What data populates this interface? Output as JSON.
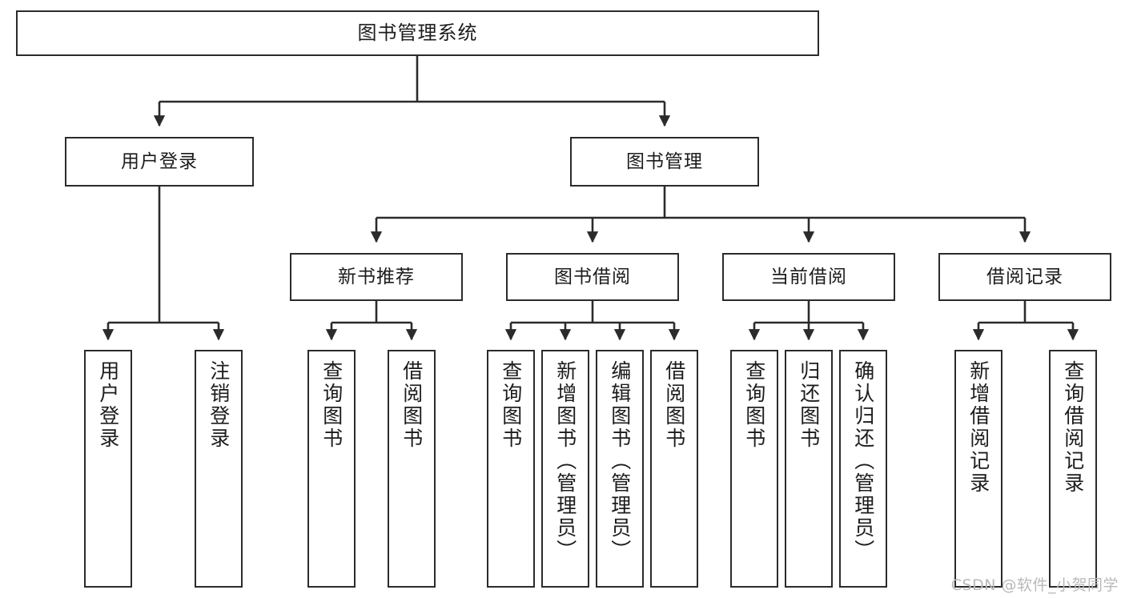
{
  "diagram": {
    "title": "图书管理系统",
    "type": "tree-hierarchy",
    "root": {
      "id": "root",
      "label": "图书管理系统"
    },
    "level2": [
      {
        "id": "login",
        "label": "用户登录"
      },
      {
        "id": "bookmgr",
        "label": "图书管理"
      }
    ],
    "level3": [
      {
        "id": "newbook",
        "label": "新书推荐"
      },
      {
        "id": "borrow",
        "label": "图书借阅"
      },
      {
        "id": "current",
        "label": "当前借阅"
      },
      {
        "id": "record",
        "label": "借阅记录"
      }
    ],
    "leaves": [
      {
        "id": "leaf-1",
        "label": "用户登录",
        "parent": "login"
      },
      {
        "id": "leaf-2",
        "label": "注销登录",
        "parent": "login"
      },
      {
        "id": "leaf-3",
        "label": "查询图书",
        "parent": "newbook"
      },
      {
        "id": "leaf-4",
        "label": "借阅图书",
        "parent": "newbook"
      },
      {
        "id": "leaf-5",
        "label": "查询图书",
        "parent": "borrow"
      },
      {
        "id": "leaf-6",
        "label": "新增图书（管理员）",
        "parent": "borrow"
      },
      {
        "id": "leaf-7",
        "label": "编辑图书（管理员）",
        "parent": "borrow"
      },
      {
        "id": "leaf-8",
        "label": "借阅图书",
        "parent": "borrow"
      },
      {
        "id": "leaf-9",
        "label": "查询图书",
        "parent": "current"
      },
      {
        "id": "leaf-10",
        "label": "归还图书",
        "parent": "current"
      },
      {
        "id": "leaf-11",
        "label": "确认归还（管理员）",
        "parent": "current"
      },
      {
        "id": "leaf-12",
        "label": "新增借阅记录",
        "parent": "record"
      },
      {
        "id": "leaf-13",
        "label": "查询借阅记录",
        "parent": "record"
      }
    ],
    "watermark": "CSDN @软件_小贺同学",
    "colors": {
      "box_border": "#2b2b2b",
      "box_fill": "#ffffff",
      "edge": "#2b2b2b",
      "text": "#1c1c1c",
      "watermark": "#b9b9b9",
      "background": "#ffffff"
    }
  }
}
